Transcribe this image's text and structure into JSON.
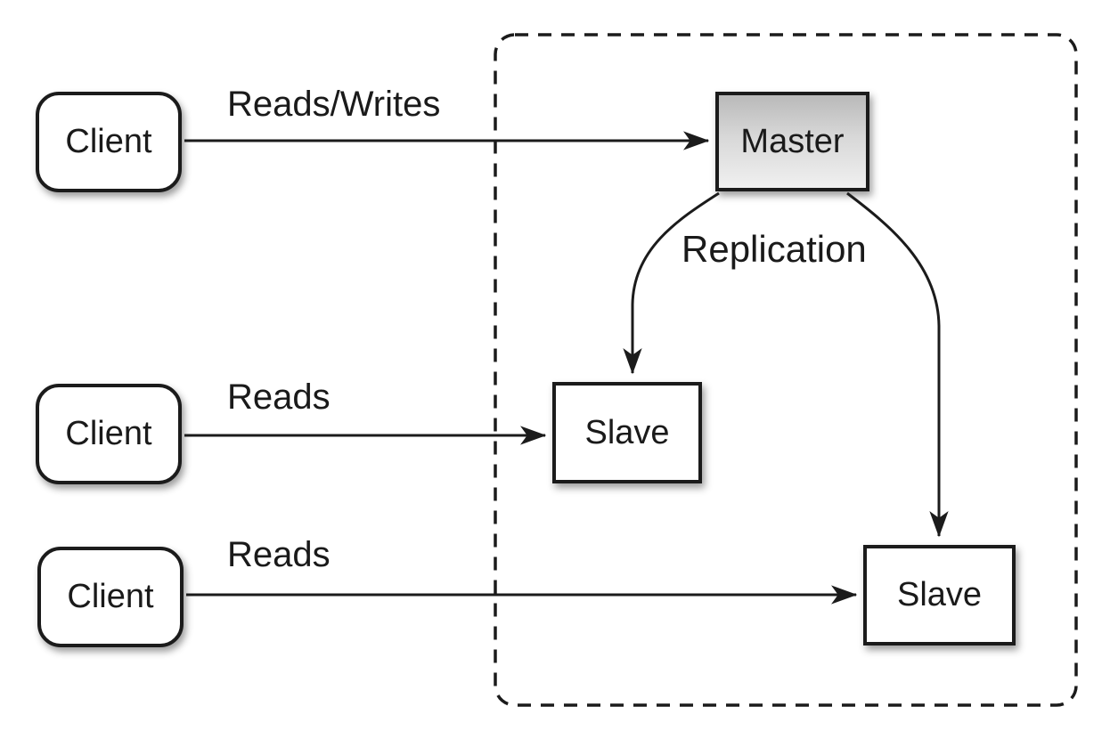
{
  "diagram": {
    "type": "master-slave-replication",
    "colors": {
      "line": "#1b1b1b",
      "border": "#1b1b1b",
      "node_fill": "#ffffff",
      "master_fill_top": "#b9b9b9",
      "master_fill_mid": "#d8d8d8",
      "master_fill_bottom": "#f0f0f0",
      "text": "#1a1a1a",
      "background": "#ffffff"
    },
    "nodes": [
      {
        "id": "client-1",
        "label": "Client",
        "shape": "rounded"
      },
      {
        "id": "client-2",
        "label": "Client",
        "shape": "rounded"
      },
      {
        "id": "client-3",
        "label": "Client",
        "shape": "rounded"
      },
      {
        "id": "master",
        "label": "Master",
        "shape": "rect"
      },
      {
        "id": "slave-1",
        "label": "Slave",
        "shape": "rect"
      },
      {
        "id": "slave-2",
        "label": "Slave",
        "shape": "rect"
      }
    ],
    "edges": [
      {
        "from": "client-1",
        "to": "master",
        "label": "Reads/Writes",
        "style": "straight"
      },
      {
        "from": "client-2",
        "to": "slave-1",
        "label": "Reads",
        "style": "straight"
      },
      {
        "from": "client-3",
        "to": "slave-2",
        "label": "Reads",
        "style": "straight"
      },
      {
        "from": "master",
        "to": "slave-1",
        "label": "Replication",
        "style": "curved"
      },
      {
        "from": "master",
        "to": "slave-2",
        "label": "Replication",
        "style": "curved"
      }
    ],
    "labels": {
      "reads_writes": "Reads/Writes",
      "reads_mid": "Reads",
      "reads_bottom": "Reads",
      "replication": "Replication"
    }
  }
}
